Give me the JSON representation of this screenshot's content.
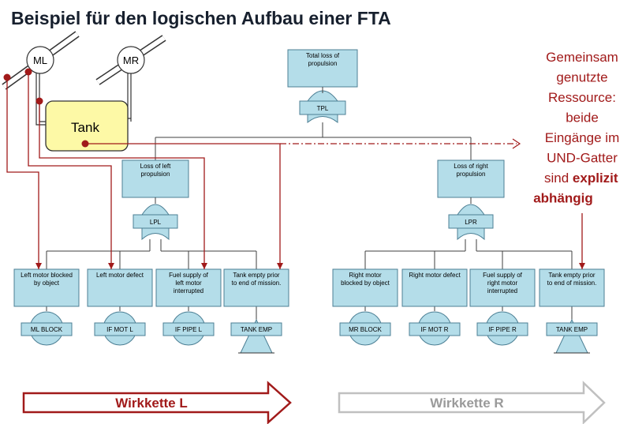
{
  "title": "Beispiel für den logischen Aufbau einer FTA",
  "motors": {
    "left": "ML",
    "right": "MR"
  },
  "tank": {
    "label": "Tank"
  },
  "top_event": {
    "label": "Total loss of propulsion",
    "gate": "TPL"
  },
  "left_branch": {
    "label": "Loss of left propulsion",
    "gate": "LPL"
  },
  "right_branch": {
    "label": "Loss of right propulsion",
    "gate": "LPR"
  },
  "basic_events_left": [
    {
      "label": "Left motor blocked by object",
      "id": "ML BLOCK"
    },
    {
      "label": "Left motor defect",
      "id": "IF MOT L"
    },
    {
      "label": "Fuel supply of left motor interrupted",
      "id": "IF PIPE L"
    },
    {
      "label": "Tank empty prior to end of mission.",
      "id": "TANK EMP"
    }
  ],
  "basic_events_right": [
    {
      "label": "Right motor blocked by object",
      "id": "MR BLOCK"
    },
    {
      "label": "Right motor defect",
      "id": "IF MOT R"
    },
    {
      "label": "Fuel supply of right motor interrupted",
      "id": "IF PIPE R"
    },
    {
      "label": "Tank empty prior to end of mission.",
      "id": "TANK EMP"
    }
  ],
  "side_note": {
    "lines": [
      "Gemeinsam",
      "genutzte",
      "Ressource:",
      "beide",
      "Eingänge im",
      "UND-Gatter",
      "sind"
    ],
    "bold_1": "explizit",
    "bold_2": "abhängig"
  },
  "chains": {
    "left": "Wirkkette L",
    "right": "Wirkkette R"
  },
  "colors": {
    "dark_red": "#a11a1a",
    "box_fill": "#b4dde9",
    "tank_fill": "#fdf9a6",
    "gray_arrow": "#c0c0c0"
  }
}
